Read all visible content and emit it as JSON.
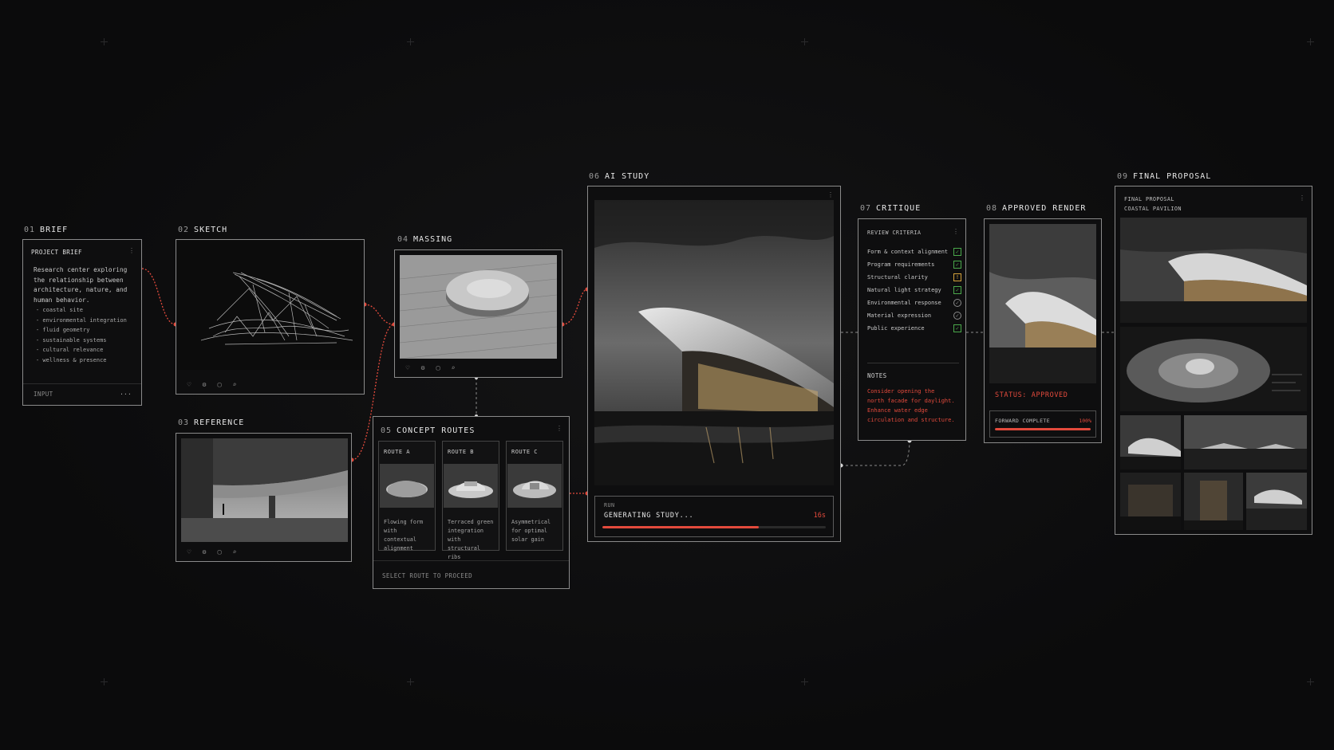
{
  "nodes": {
    "brief": {
      "num": "01",
      "title": "BRIEF",
      "header": "PROJECT BRIEF",
      "body": [
        "Research center exploring",
        "the relationship between",
        "architecture, nature, and",
        "human behavior."
      ],
      "bullets": [
        "- coastal site",
        "- environmental integration",
        "- fluid geometry",
        "- sustainable systems",
        "- cultural relevance",
        "- wellness & presence"
      ],
      "footer": "INPUT",
      "footer_more": "..."
    },
    "sketch": {
      "num": "02",
      "title": "SKETCH"
    },
    "reference": {
      "num": "03",
      "title": "REFERENCE"
    },
    "massing": {
      "num": "04",
      "title": "MASSING"
    },
    "concept_routes": {
      "num": "05",
      "title": "CONCEPT ROUTES",
      "routes": [
        {
          "label": "ROUTE A",
          "desc": [
            "Flowing form",
            "with contextual",
            "alignment"
          ]
        },
        {
          "label": "ROUTE B",
          "desc": [
            "Terraced green",
            "integration with",
            "structural ribs"
          ]
        },
        {
          "label": "ROUTE C",
          "desc": [
            "Asymmetrical",
            "for optimal",
            "solar gain"
          ]
        }
      ],
      "footer": "SELECT ROUTE TO PROCEED"
    },
    "ai_study": {
      "num": "06",
      "title": "AI STUDY",
      "run_label": "RUN",
      "status": "GENERATING STUDY...",
      "timer": "16s",
      "progress": 0.7
    },
    "critique": {
      "num": "07",
      "title": "CRITIQUE",
      "header": "REVIEW CRITERIA",
      "criteria": [
        {
          "label": "Form & context alignment",
          "state": "ok"
        },
        {
          "label": "Program requirements",
          "state": "ok"
        },
        {
          "label": "Structural clarity",
          "state": "warn"
        },
        {
          "label": "Natural light strategy",
          "state": "ok"
        },
        {
          "label": "Environmental response",
          "state": "open"
        },
        {
          "label": "Material expression",
          "state": "open"
        },
        {
          "label": "Public experience",
          "state": "ok"
        }
      ],
      "notes_header": "NOTES",
      "notes": [
        "Consider opening the",
        "north facade for daylight.",
        "Enhance water edge",
        "circulation and structure."
      ]
    },
    "approved": {
      "num": "08",
      "title": "APPROVED RENDER",
      "status": "STATUS: APPROVED",
      "forward_label": "FORWARD COMPLETE",
      "forward_pct": "100%",
      "progress": 1.0
    },
    "final": {
      "num": "09",
      "title": "FINAL PROPOSAL",
      "header_1": "FINAL PROPOSAL",
      "header_2": "COASTAL PAVILION"
    }
  },
  "colors": {
    "accent": "#e34a3c",
    "ok": "#4aa84a",
    "warn": "#d4a23a",
    "background": "#0b0b0c"
  },
  "icons": [
    "heart-icon",
    "settings-icon",
    "frame-icon",
    "zoom-icon",
    "more-icon",
    "check-icon",
    "warning-icon"
  ]
}
